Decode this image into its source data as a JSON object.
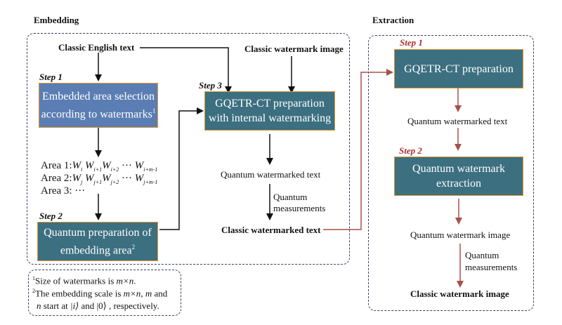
{
  "sections": {
    "embedding_title": "Embedding",
    "extraction_title": "Extraction"
  },
  "embedding": {
    "input_text": "Classic English text",
    "input_image": "Classic watermark image",
    "step1": {
      "label": "Step 1",
      "box_line1": "Embedded area selection",
      "box_line2": "according to watermarks",
      "box_sup": "1"
    },
    "areas": [
      {
        "prefix": "Area 1:",
        "terms": [
          "W",
          "i",
          "W",
          "i+1",
          "W",
          "i+2",
          "W",
          "i+m-1"
        ]
      },
      {
        "prefix": "Area 2:",
        "terms": [
          "W",
          "j",
          "W",
          "j+1",
          "W",
          "j+2",
          "W",
          "j+m-1"
        ]
      },
      {
        "prefix": "Area 3: ···"
      }
    ],
    "ellipsis": "···",
    "step2": {
      "label": "Step 2",
      "box_line1": "Quantum preparation of",
      "box_line2": "embedding area",
      "box_sup": "2"
    },
    "step3": {
      "label": "Step 3",
      "box_line1": "GQETR-CT preparation",
      "box_line2": "with internal watermarking"
    },
    "quantum_text": "Quantum watermarked text",
    "measure_line1": "Quantum",
    "measure_line2": "measurements",
    "output_text": "Classic watermarked text"
  },
  "notes": {
    "note1_sup": "1",
    "note1_text": "Size of watermarks is ",
    "note1_math": "m×n",
    "note2_sup": "2",
    "note2_text": "The embedding scale is ",
    "note2_math": "m×n",
    "note2_tail_a": ", ",
    "note2_m": "m",
    "note2_and": " and",
    "note3_n": "n",
    "note3_text": " start at ",
    "note3_ket_i": "|i⟩",
    "note3_and": " and ",
    "note3_ket_0": "|0⟩",
    "note3_tail": " , respectively."
  },
  "extraction": {
    "step1": {
      "label": "Step 1",
      "box_text": "GQETR-CT preparation"
    },
    "quantum_text": "Quantum watermarked text",
    "step2": {
      "label": "Step 2",
      "box_line1": "Quantum watermark",
      "box_line2": "extraction"
    },
    "quantum_image": "Quantum watermark image",
    "measure_line1": "Quantum",
    "measure_line2": "measurements",
    "output_image": "Classic watermark image"
  },
  "colors": {
    "blue_box": "#5a7eb3",
    "teal_box": "#3c6f80",
    "box_border": "#e0962a",
    "step_red": "#a8312e",
    "flow_red": "#a8504c",
    "dash_border": "#3a3f66"
  }
}
